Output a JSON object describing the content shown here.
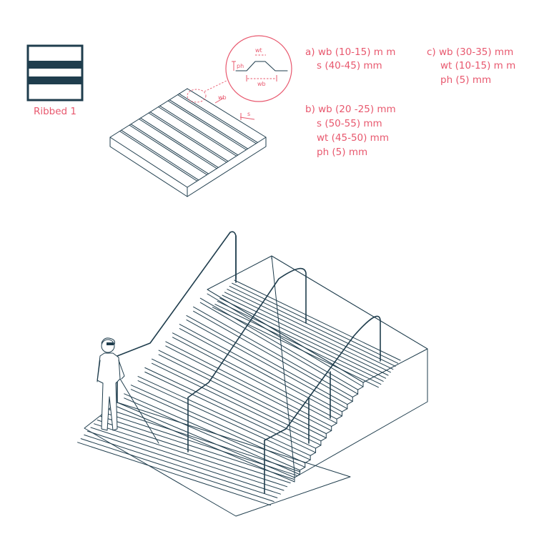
{
  "legend": {
    "caption": "Ribbed 1",
    "icon": "ribbed-tile-icon"
  },
  "detail": {
    "label_wt": "wt",
    "label_ph": "ph",
    "label_wb": "wb"
  },
  "tile": {
    "label_wb": "wb",
    "label_s": "s"
  },
  "specs": {
    "a": {
      "line1": "a) wb (10-15) m  m",
      "line2": "s (40-45) mm"
    },
    "b": {
      "line1": "b) wb (20 -25) mm",
      "line2": "s (50-55) mm",
      "line3": "wt (45-50) mm",
      "line4": "ph (5) mm"
    },
    "c": {
      "line1": "c) wb (30-35) mm",
      "line2": "wt (10-15) m  m",
      "line3": "ph (5) mm"
    }
  },
  "colors": {
    "ink": "#1f3d4d",
    "accent": "#e8586e",
    "background": "#ffffff"
  }
}
